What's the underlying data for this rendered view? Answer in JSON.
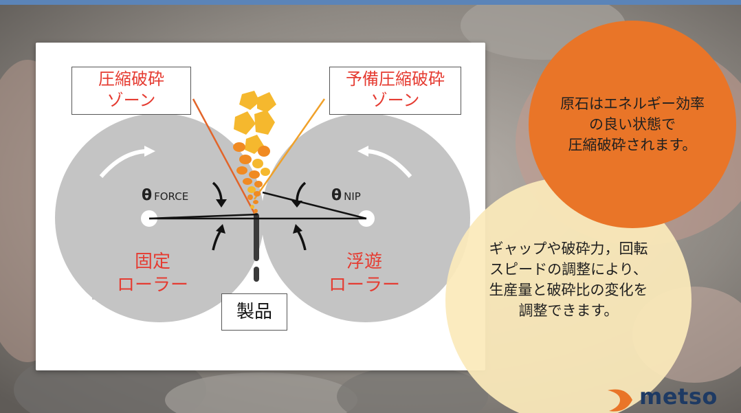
{
  "diagram": {
    "left_zone_label": [
      "圧縮破砕",
      "ゾーン"
    ],
    "right_zone_label": [
      "予備圧縮破砕",
      "ゾーン"
    ],
    "theta_force": {
      "symbol": "θ",
      "text": "FORCE"
    },
    "theta_nip": {
      "symbol": "θ",
      "text": "NIP"
    },
    "left_roller_label": [
      "固定",
      "ローラー"
    ],
    "right_roller_label": [
      "浮遊",
      "ローラー"
    ],
    "product_label": "製品"
  },
  "callouts": {
    "orange": [
      "原石はエネルギー効率",
      "の良い状態で",
      "圧縮破砕されます。"
    ],
    "cream": [
      "ギャップや破砕力，回転",
      "スピードの調整により、",
      "生産量と破砕比の変化を",
      "調整できます。"
    ]
  },
  "logo": {
    "text": "metso"
  },
  "colors": {
    "accent_red": "#e53b31",
    "orange": "#e97528",
    "cream": "#fbe9ba",
    "roller_gray": "#c4c4c4",
    "ore_yellow": "#f5b82e",
    "ore_orange": "#f08a22",
    "logo_blue": "#1e3a63",
    "top_bar": "#5b84b8"
  }
}
